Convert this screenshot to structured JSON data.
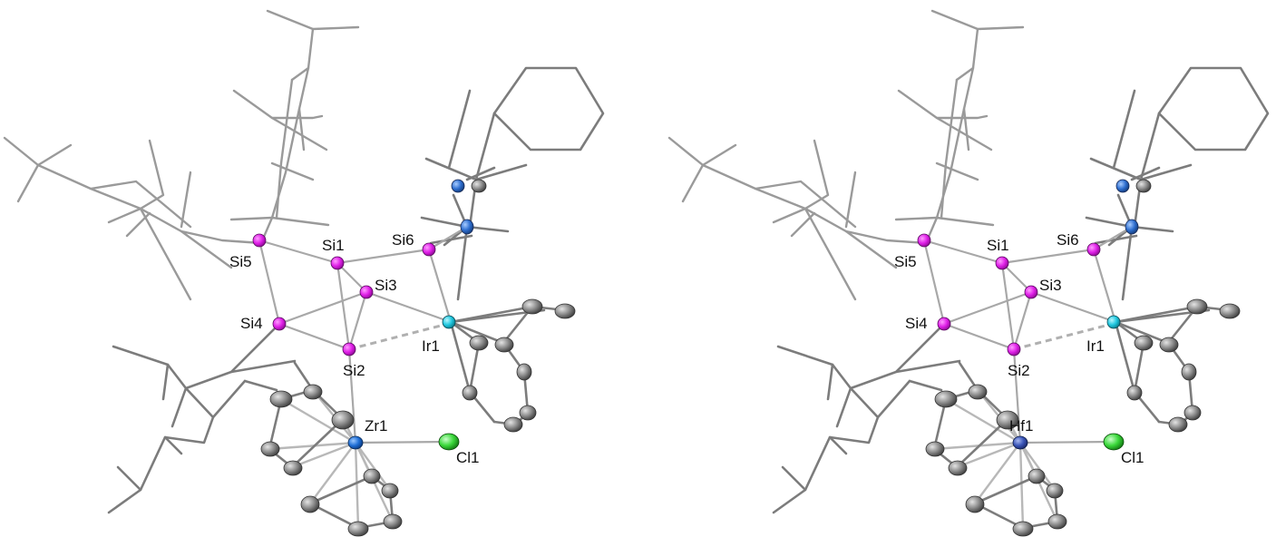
{
  "structures": [
    {
      "id": "left",
      "metal": "Zr1",
      "labels": {
        "si1": "Si1",
        "si2": "Si2",
        "si3": "Si3",
        "si4": "Si4",
        "si5": "Si5",
        "si6": "Si6",
        "ir": "Ir1",
        "metal": "Zr1",
        "cl": "Cl1"
      }
    },
    {
      "id": "right",
      "metal": "Hf1",
      "labels": {
        "si1": "Si1",
        "si2": "Si2",
        "si3": "Si3",
        "si4": "Si4",
        "si5": "Si5",
        "si6": "Si6",
        "ir": "Ir1",
        "metal": "Hf1",
        "cl": "Cl1"
      }
    }
  ],
  "colors": {
    "silicon": "#e020e8",
    "iridium": "#20c8e0",
    "zirconium": "#1f6fd6",
    "hafnium": "#3a55b8",
    "chlorine": "#3ad83a",
    "nitrogen": "#2f6fd0",
    "carbon": "#8a8a8a"
  }
}
